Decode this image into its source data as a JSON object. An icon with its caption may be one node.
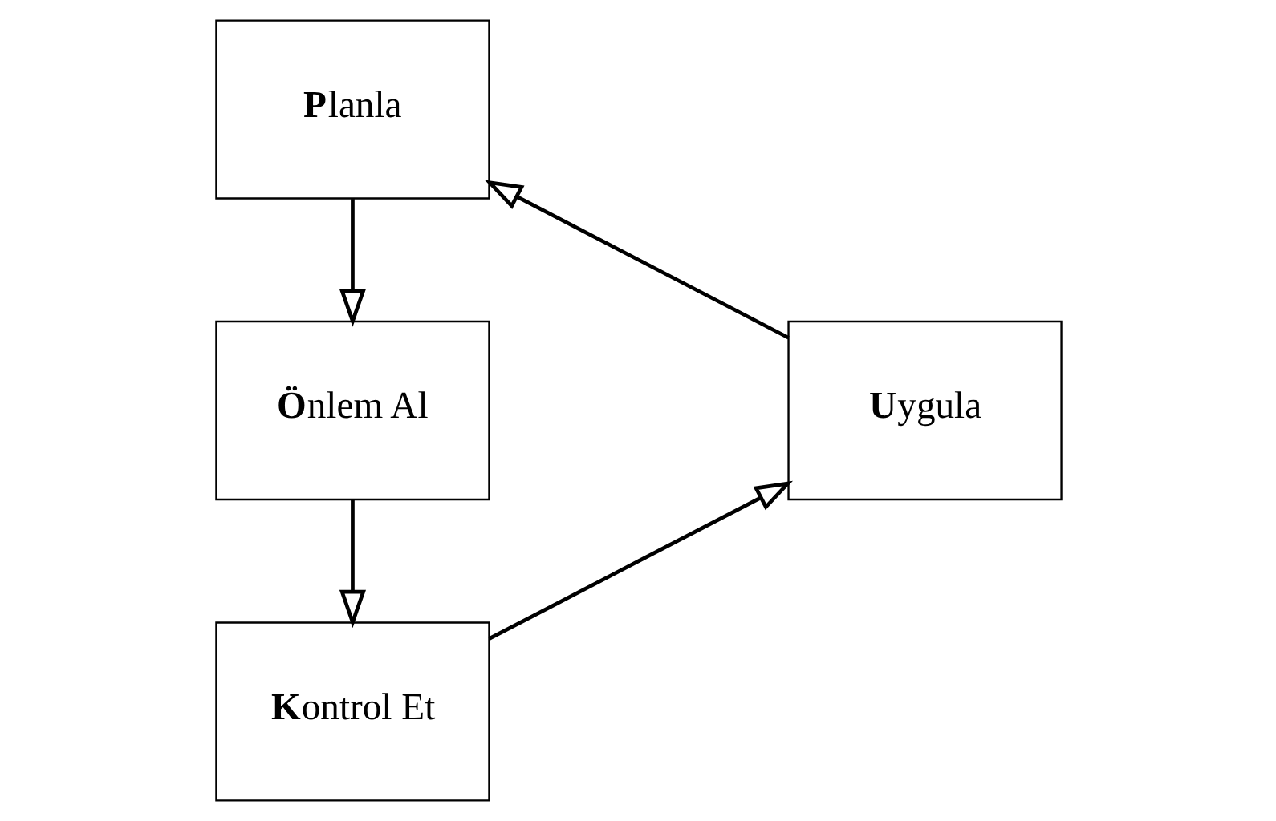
{
  "diagram": {
    "nodes": [
      {
        "text": [
          "**P**lanla"
        ]
      },
      {
        "text": [
          "**Ö**nlem Al"
        ]
      },
      {
        "text": [
          "**U**ygula"
        ]
      },
      {
        "text": [
          "**K**ontrol Et"
        ]
      }
    ],
    "edges": [
      {
        "from": 0,
        "to": 1,
        "arrow": "to"
      },
      {
        "from": 1,
        "to": 3,
        "arrow": "to"
      },
      {
        "from": 3,
        "to": 2,
        "arrow": "to"
      },
      {
        "from": 2,
        "to": 0,
        "arrow": "to"
      }
    ]
  }
}
